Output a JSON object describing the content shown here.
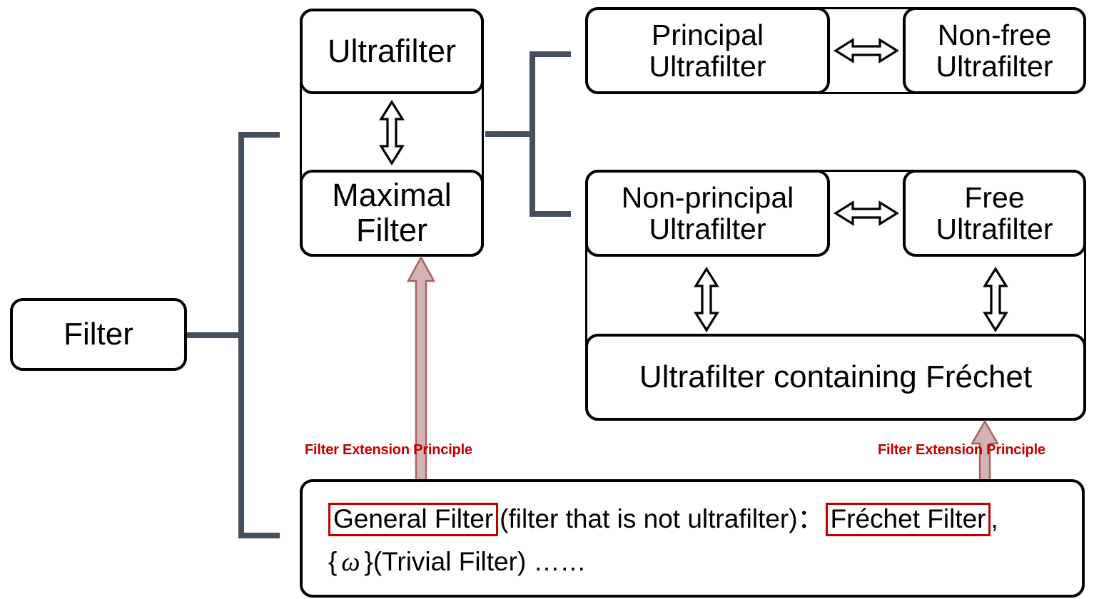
{
  "diagram": {
    "title": "Filter hierarchy diagram",
    "colors": {
      "bracket": "#46505c",
      "box_border": "#000000",
      "annotation_red": "#c00000",
      "pink_arrow_fill": "#d2b4b4",
      "pink_arrow_stroke": "#a85f5f",
      "background": "#ffffff"
    },
    "root": {
      "label": "Filter"
    },
    "left_group": {
      "top_box": "Ultrafilter",
      "bottom_box": "Maximal Filter",
      "bottom_box_line1": "Maximal",
      "bottom_box_line2": "Filter",
      "equiv_arrow": "up-down-double-arrow"
    },
    "top_right_group": {
      "left_box_line1": "Principal",
      "left_box_line2": "Ultrafilter",
      "right_box_line1": "Non-free",
      "right_box_line2": "Ultrafilter",
      "equiv_arrow": "left-right-double-arrow"
    },
    "bottom_right_group": {
      "left_box_line1": "Non-principal",
      "left_box_line2": "Ultrafilter",
      "right_box_line1": "Free",
      "right_box_line2": "Ultrafilter",
      "equiv_arrow": "left-right-double-arrow",
      "bottom_box": "Ultrafilter containing Fréchet",
      "left_equiv_arrow": "up-down-double-arrow",
      "right_equiv_arrow": "up-down-double-arrow"
    },
    "bottom_box": {
      "highlight_1": "General Filter",
      "middle_text": "(filter that is not ultrafilter)：",
      "highlight_2": "Fréchet Filter",
      "trailing_comma": ",",
      "line2_prefix": "{",
      "line2_omega": "ω",
      "line2_suffix": "}(Trivial Filter) ……"
    },
    "annotations": [
      {
        "text": "Filter Extension Principle",
        "target": "Maximal Filter"
      },
      {
        "text": "Filter Extension Principle",
        "target": "Ultrafilter containing Fréchet"
      }
    ]
  }
}
